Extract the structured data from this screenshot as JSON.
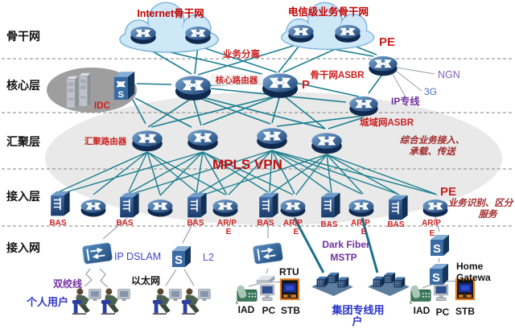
{
  "colors": {
    "line_teal": "#1c7f90",
    "label_red": "#cc1f1f",
    "label_maroon": "#a12a2a",
    "label_purple": "#7030a0",
    "label_blue": "#2a35c8",
    "device_blue": "#1c3c6c",
    "cloud_fill": "#cfe8f8",
    "mpls_cloud_gray": "#e9e9e9",
    "idc_gray": "#9e9e9e"
  },
  "icons": {
    "switch_s": "S"
  },
  "layers": {
    "backbone": "骨干网",
    "core": "核心层",
    "aggregation": "汇聚层",
    "access": "接入层",
    "access_network": "接入网"
  },
  "clouds": {
    "internet": "Internet骨干网",
    "telecom": "电信级业务骨干网"
  },
  "core": {
    "pe": "PE",
    "service_separation": "业务分离",
    "core_router": "核心路由器",
    "backbone_asbr": "骨干网ASBR",
    "p": "P",
    "ngn": "NGN",
    "g3": "3G",
    "ip_line": "IP专线",
    "metro_asbr": "城域网ASBR",
    "idc": "IDC"
  },
  "aggregation": {
    "agg_router": "汇聚路由器",
    "mpls": "MPLS VPN",
    "integrated_line1": "综合业务接入、",
    "integrated_line2": "承载、传送"
  },
  "access": {
    "bas": "BAS",
    "ar_p": "AR/P",
    "e": "E",
    "pe": "PE",
    "service_id_line1": "业务识别、区分",
    "service_id_line2": "服务"
  },
  "access_network": {
    "ip_dslam": "IP DSLAM",
    "l2": "L2",
    "rtu": "RTU",
    "dark_fiber_line1": "Dark Fiber",
    "dark_fiber_line2": "MSTP",
    "home_gw_line1": "Home",
    "home_gw_line2": "Gatewa",
    "twisted_pair": "双绞线",
    "ethernet": "以太网",
    "personal_users": "个人用户",
    "group_users_line1": "集团专线用",
    "group_users_line2": "户",
    "iad": "IAD",
    "pc": "PC",
    "stb": "STB"
  }
}
